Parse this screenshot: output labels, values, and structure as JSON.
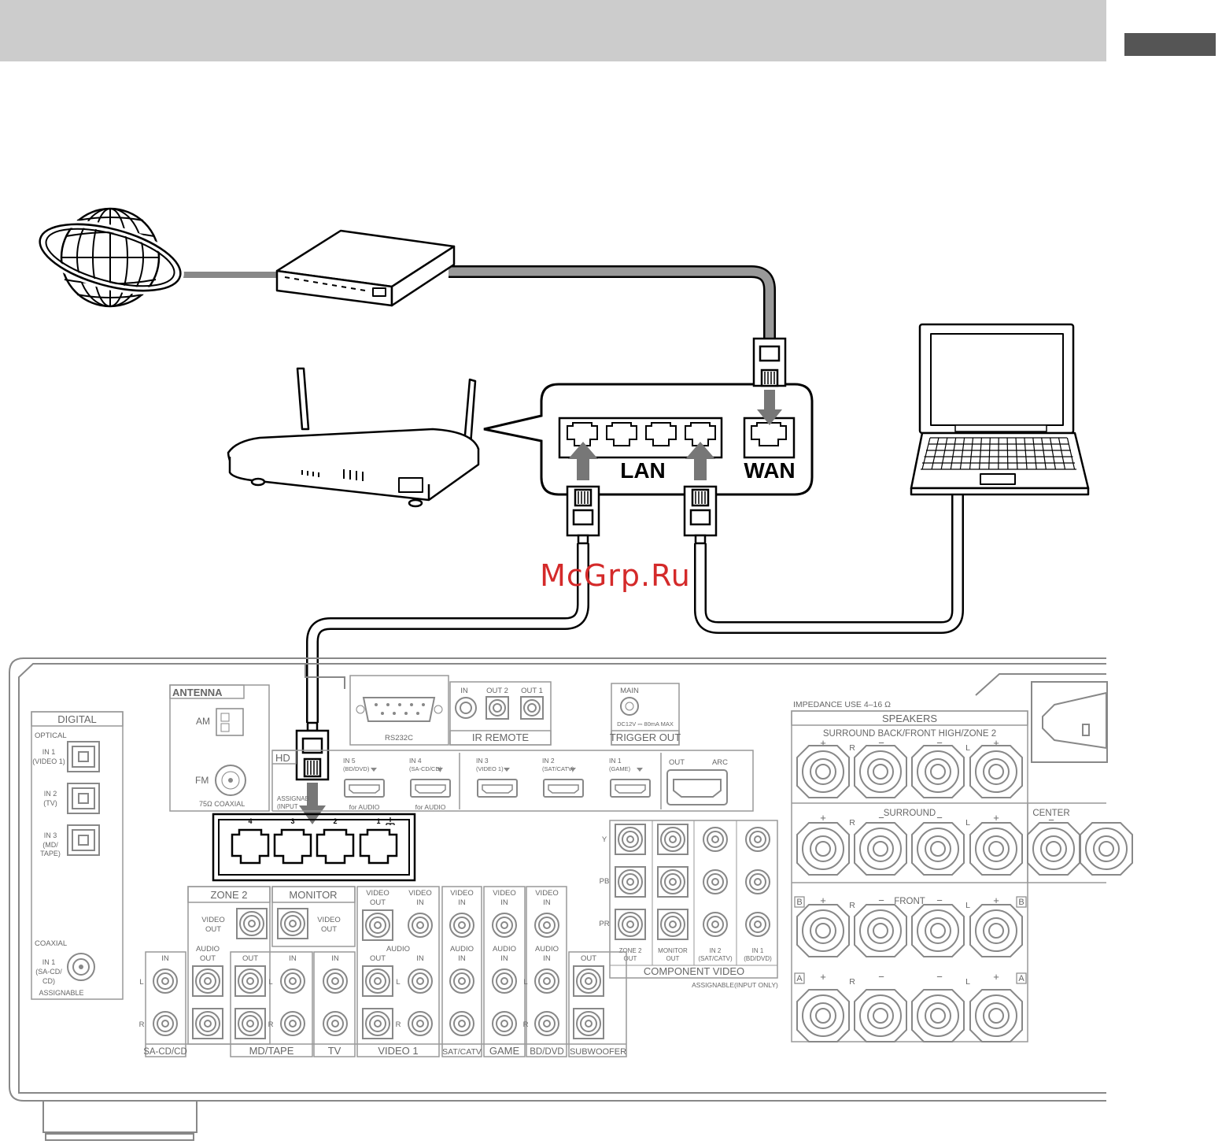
{
  "watermark": "McGrp.Ru",
  "router": {
    "lan_label": "LAN",
    "wan_label": "WAN"
  },
  "receiver": {
    "antenna": "ANTENNA",
    "am": "AM",
    "fm": "FM",
    "coax75": "75Ω COAXIAL",
    "digital": "DIGITAL",
    "optical": "OPTICAL",
    "opt_in1": [
      "IN 1",
      "(VIDEO 1)"
    ],
    "opt_in2": [
      "IN 2",
      "(TV)"
    ],
    "opt_in3": [
      "IN 3",
      "(MD/",
      "TAPE)"
    ],
    "coaxial": "COAXIAL",
    "coax_in1": [
      "IN 1",
      "(SA-CD/",
      "CD)"
    ],
    "assignable": "ASSIGNABLE",
    "rs232c": "RS232C",
    "ir_in": "IN",
    "ir_out2": "OUT 2",
    "ir_out1": "OUT 1",
    "ir_remote": "IR REMOTE",
    "trig_main": "MAIN",
    "trig_spec": "DC12V ⎓ 80mA MAX",
    "trigger_out": "TRIGGER OUT",
    "hd": "HD",
    "hdmi_in5": [
      "IN 5",
      "(BD/DVD)"
    ],
    "hdmi_in4": [
      "IN 4",
      "(SA-CD/CD)"
    ],
    "hdmi_in3": [
      "IN 3",
      "(VIDEO 1)"
    ],
    "hdmi_in2": [
      "IN 2",
      "(SAT/CATV)"
    ],
    "hdmi_in1": [
      "IN 1",
      "(GAME)"
    ],
    "for_audio": "for AUDIO",
    "hdmi_out": "OUT",
    "arc": "ARC",
    "assignable_input": [
      "ASSIGNAB",
      "(INPUT"
    ],
    "lan_ports": [
      "4",
      "3",
      "2",
      "1"
    ],
    "zone2": "ZONE 2",
    "monitor": "MONITOR",
    "video_out": [
      "VIDEO",
      "OUT"
    ],
    "video_in": [
      "VIDEO",
      "IN"
    ],
    "audio_out": [
      "AUDIO",
      "OUT"
    ],
    "audio_in": [
      "AUDIO",
      "IN"
    ],
    "audio": "AUDIO",
    "out": "OUT",
    "in": "IN",
    "l": "L",
    "r": "R",
    "sacd": "SA-CD/CD",
    "mdtape": "MD/TAPE",
    "tv": "TV",
    "video1": "VIDEO 1",
    "satcatv": "SAT/CATV",
    "game": "GAME",
    "bddvd": "BD/DVD",
    "subwoofer": "SUBWOOFER",
    "comp_y": "Y",
    "comp_pb": "PB",
    "comp_pr": "PR",
    "comp_zone2": [
      "ZONE 2",
      "OUT"
    ],
    "comp_monitor": [
      "MONITOR",
      "OUT"
    ],
    "comp_in2": [
      "IN 2",
      "(SAT/CATV)"
    ],
    "comp_in1": [
      "IN 1",
      "(BD/DVD)"
    ],
    "component_video": "COMPONENT VIDEO",
    "assignable_input_only": "ASSIGNABLE(INPUT ONLY)",
    "impedance": "IMPEDANCE USE 4–16 Ω",
    "speakers": "SPEAKERS",
    "surround_back": "SURROUND BACK/FRONT HIGH/ZONE 2",
    "surround": "SURROUND",
    "front": "FRONT",
    "center": "CENTER",
    "plus": "+",
    "minus": "−",
    "a": "A",
    "b": "B"
  }
}
